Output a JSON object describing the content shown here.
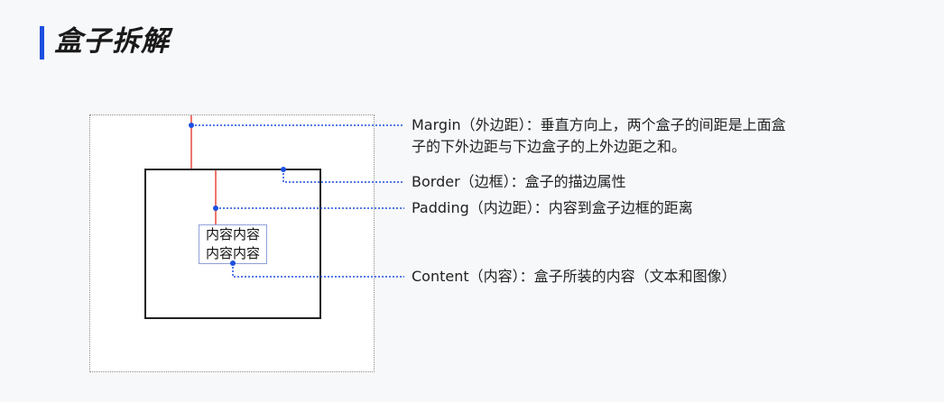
{
  "title": "盒子拆解",
  "diagram": {
    "content_line_1": "内容内容",
    "content_line_2": "内容内容",
    "accent_color": "#1d4fe0",
    "measure_color": "#e8483f"
  },
  "annotations": {
    "margin_line_1": "Margin（外边距）：垂直方向上，两个盒子的间距是上面盒",
    "margin_line_2": "子的下外边距与下边盒子的上外边距之和。",
    "border": "Border（边框）：盒子的描边属性",
    "padding": "Padding（内边距）：内容到盒子边框的距离",
    "content": "Content（内容）：盒子所装的内容（文本和图像）"
  }
}
